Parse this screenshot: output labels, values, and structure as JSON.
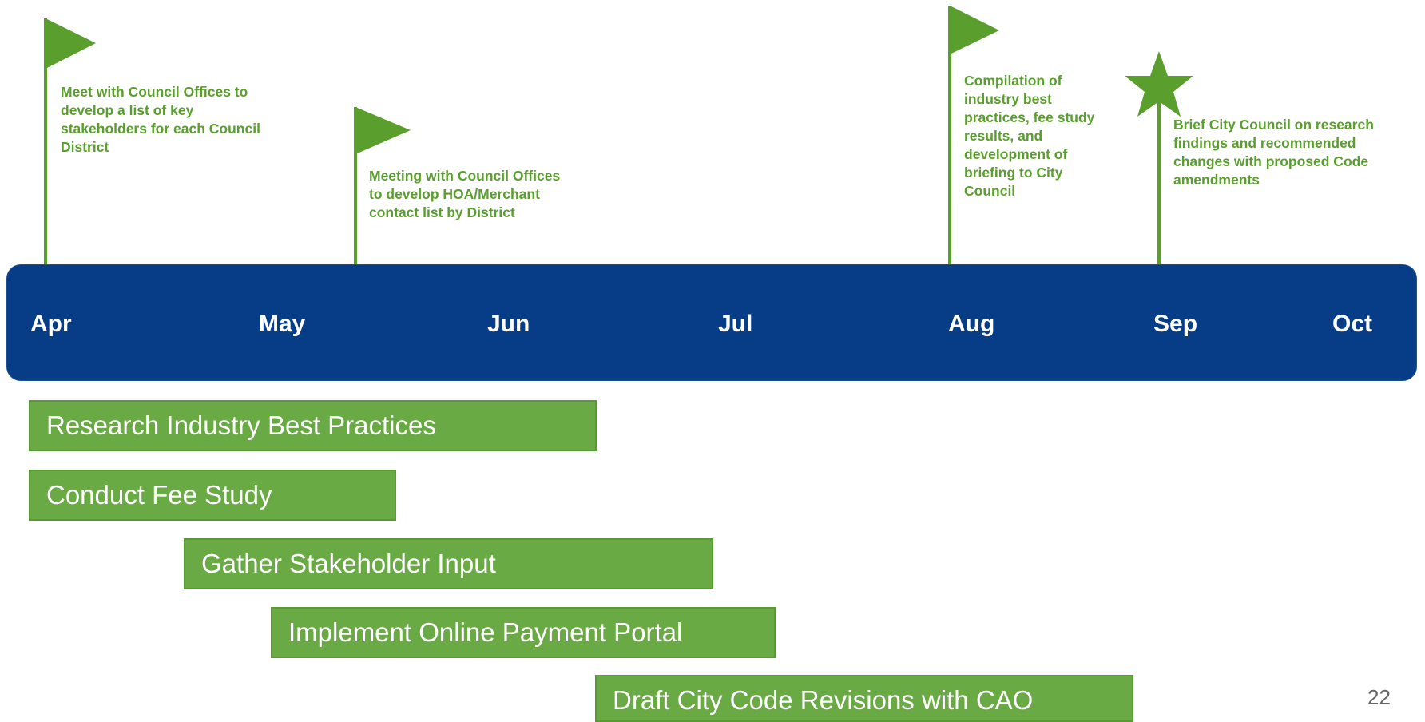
{
  "colors": {
    "milestone_green": "#5a9e2e",
    "timeline_blue": "#063d86",
    "task_green": "#6aaa45",
    "month_text": "#ffffff"
  },
  "milestones": [
    {
      "icon": "flag-icon",
      "text": "Meet with Council Offices to develop a list of key stakeholders for each Council District"
    },
    {
      "icon": "flag-icon",
      "text": "Meeting with Council Offices to develop HOA/Merchant contact list by District"
    },
    {
      "icon": "flag-icon",
      "text": "Compilation of industry best practices, fee study results, and development of briefing to City Council"
    },
    {
      "icon": "star-icon",
      "text": "Brief City Council on research findings and recommended changes with proposed Code amendments"
    }
  ],
  "months": [
    "Apr",
    "May",
    "Jun",
    "Jul",
    "Aug",
    "Sep",
    "Oct"
  ],
  "tasks": [
    {
      "label": "Research Industry Best Practices"
    },
    {
      "label": "Conduct Fee Study"
    },
    {
      "label": "Gather Stakeholder Input"
    },
    {
      "label": "Implement Online Payment Portal"
    },
    {
      "label": "Draft City Code Revisions with CAO"
    }
  ],
  "page_number": "22"
}
